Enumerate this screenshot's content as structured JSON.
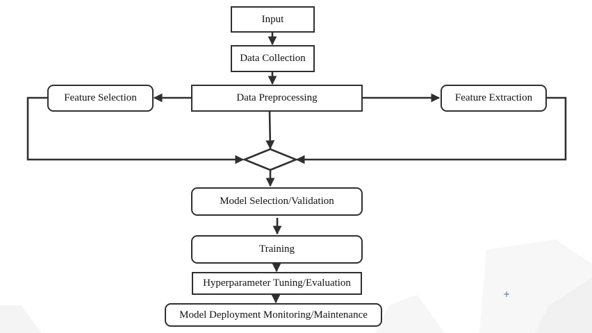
{
  "nodes": {
    "input": "Input",
    "data_collection": "Data Collection",
    "data_preprocessing": "Data Preprocessing",
    "feature_selection": "Feature Selection",
    "feature_extraction": "Feature Extraction",
    "model_selection": "Model Selection/Validation",
    "training": "Training",
    "hyperparameter_tuning": "Hyperparameter Tuning/Evaluation",
    "model_deployment": "Model Deployment Monitoring/Maintenance"
  },
  "decision_node": "diamond (no label)",
  "colors": {
    "line": "#2f2f2f",
    "background": "#ffffff",
    "watermark": "#f3f3f3",
    "cursor_mark": "#3a6fb0"
  },
  "icons": [
    "crosshair-cursor-icon"
  ]
}
